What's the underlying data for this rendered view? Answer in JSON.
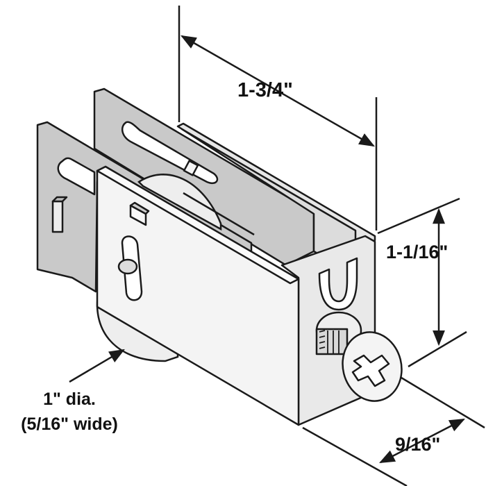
{
  "diagram": {
    "dimensions": {
      "length": "1-3/4\"",
      "height": "1-1/16\"",
      "width": "9/16\"",
      "wheel_diameter": "1\" dia.",
      "wheel_width": "(5/16\" wide)"
    },
    "colors": {
      "background": "#ffffff",
      "outline": "#1a1a1a",
      "plate_gray": "#c9c9c9",
      "housing_light": "#f2f2f2",
      "housing_side": "#e4e4e4",
      "wheel": "#eeeeee",
      "screw": "#dcdcdc"
    }
  }
}
